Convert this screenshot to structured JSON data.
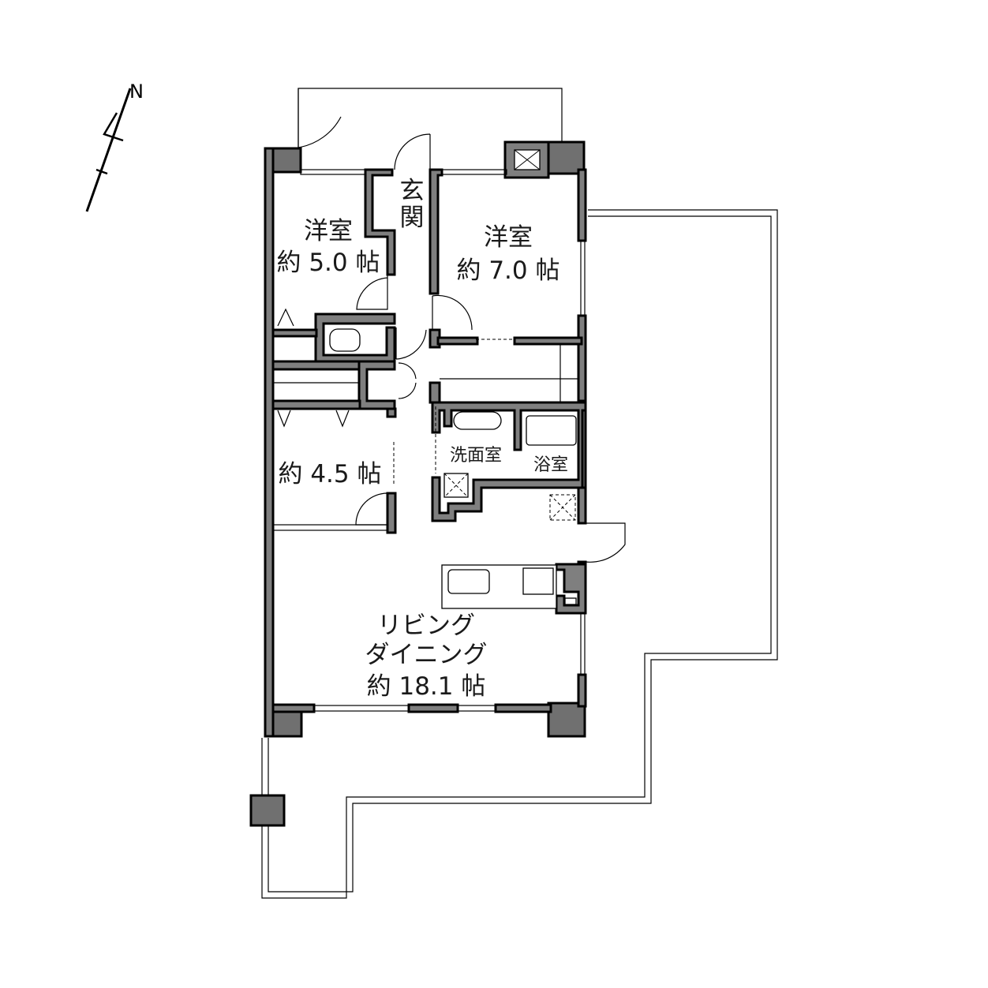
{
  "compass": {
    "label": "N"
  },
  "rooms": {
    "entrance": {
      "line1": "玄",
      "line2": "関"
    },
    "western_room_a": {
      "name": "洋室",
      "area": "約 5.0 帖"
    },
    "western_room_b": {
      "name": "洋室",
      "area": "約 7.0 帖"
    },
    "room_c": {
      "area": "約 4.5 帖"
    },
    "washroom": {
      "name": "洗面室"
    },
    "bathroom": {
      "name": "浴室"
    },
    "living_dining": {
      "line1": "リビング",
      "line2": "ダイニング",
      "area": "約 18.1 帖"
    }
  }
}
